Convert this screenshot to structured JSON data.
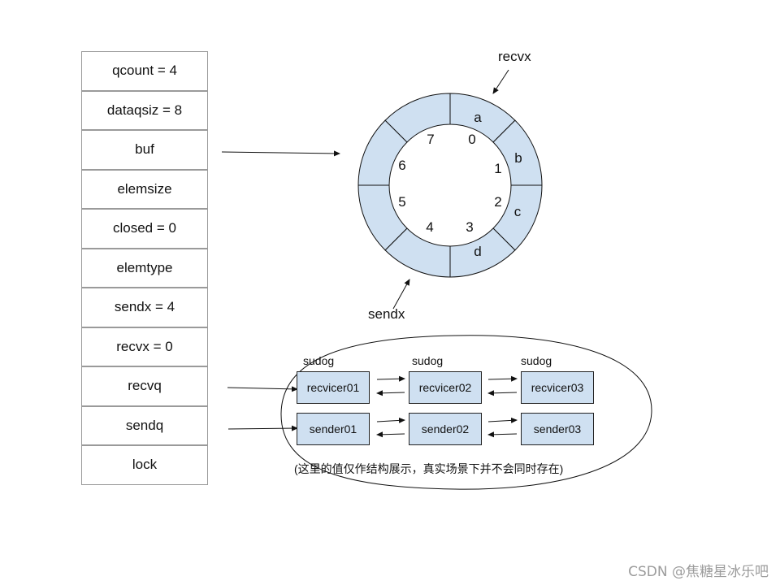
{
  "hchan_fields": [
    "qcount = 4",
    "dataqsiz = 8",
    "buf",
    "elemsize",
    "closed = 0",
    "elemtype",
    "sendx = 4",
    "recvx = 0",
    "recvq",
    "sendq",
    "lock"
  ],
  "ring": {
    "slot_indices": [
      "0",
      "1",
      "2",
      "3",
      "4",
      "5",
      "6",
      "7"
    ],
    "elements": [
      "a",
      "b",
      "c",
      "d"
    ],
    "recvx_label": "recvx",
    "sendx_label": "sendx",
    "fill_color": "#cfe0f1"
  },
  "wait_queues": {
    "sudog_label": "sudog",
    "recvq": [
      "recvicer01",
      "recvicer02",
      "recvicer03"
    ],
    "sendq": [
      "sender01",
      "sender02",
      "sender03"
    ],
    "note": "(这里的值仅作结构展示，真实场景下并不会同时存在)"
  },
  "watermark": "CSDN @焦糖星冰乐吧"
}
